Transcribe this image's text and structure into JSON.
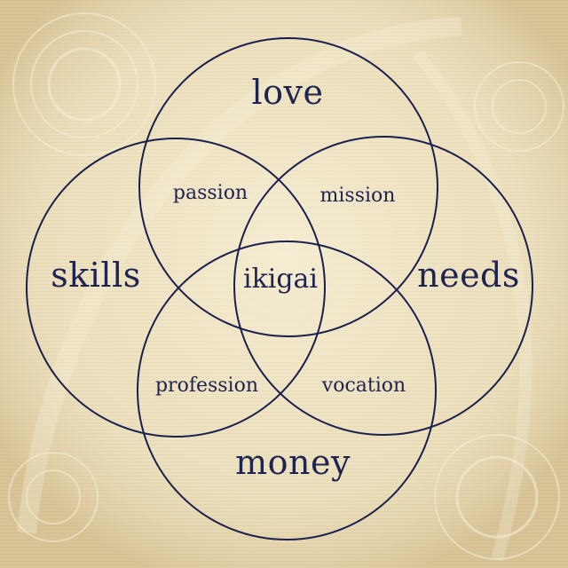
{
  "diagram": {
    "colors": {
      "background": "#e9dcb8",
      "line": "#1b1f4e",
      "text": "#1f2350"
    },
    "labels": {
      "love": "love",
      "skills": "skills",
      "needs": "needs",
      "money": "money",
      "passion": "passion",
      "mission": "mission",
      "profession": "profession",
      "vocation": "vocation",
      "ikigai": "ikigai"
    }
  }
}
